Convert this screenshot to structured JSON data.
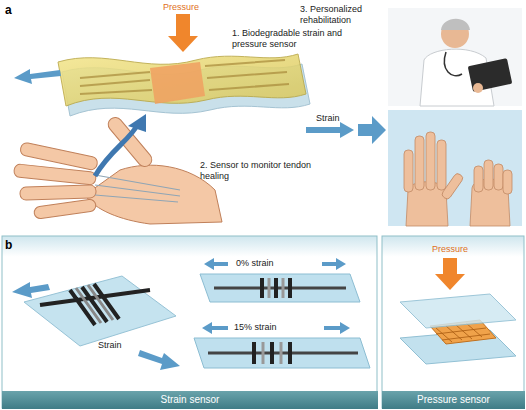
{
  "diagram": {
    "nodes": [
      {
        "text": [
          "Strain sensor"
        ]
      },
      {
        "text": [
          "Pressure sensor"
        ]
      }
    ],
    "labels": [
      "a",
      "Pressure",
      "1. Biodegradable strain and pressure sensor",
      "Strain",
      "2. Sensor to monitor tendon healing",
      "3. Personalized rehabilitation",
      "b",
      "0% strain",
      "15% strain",
      "Strain",
      "Pressure"
    ]
  }
}
